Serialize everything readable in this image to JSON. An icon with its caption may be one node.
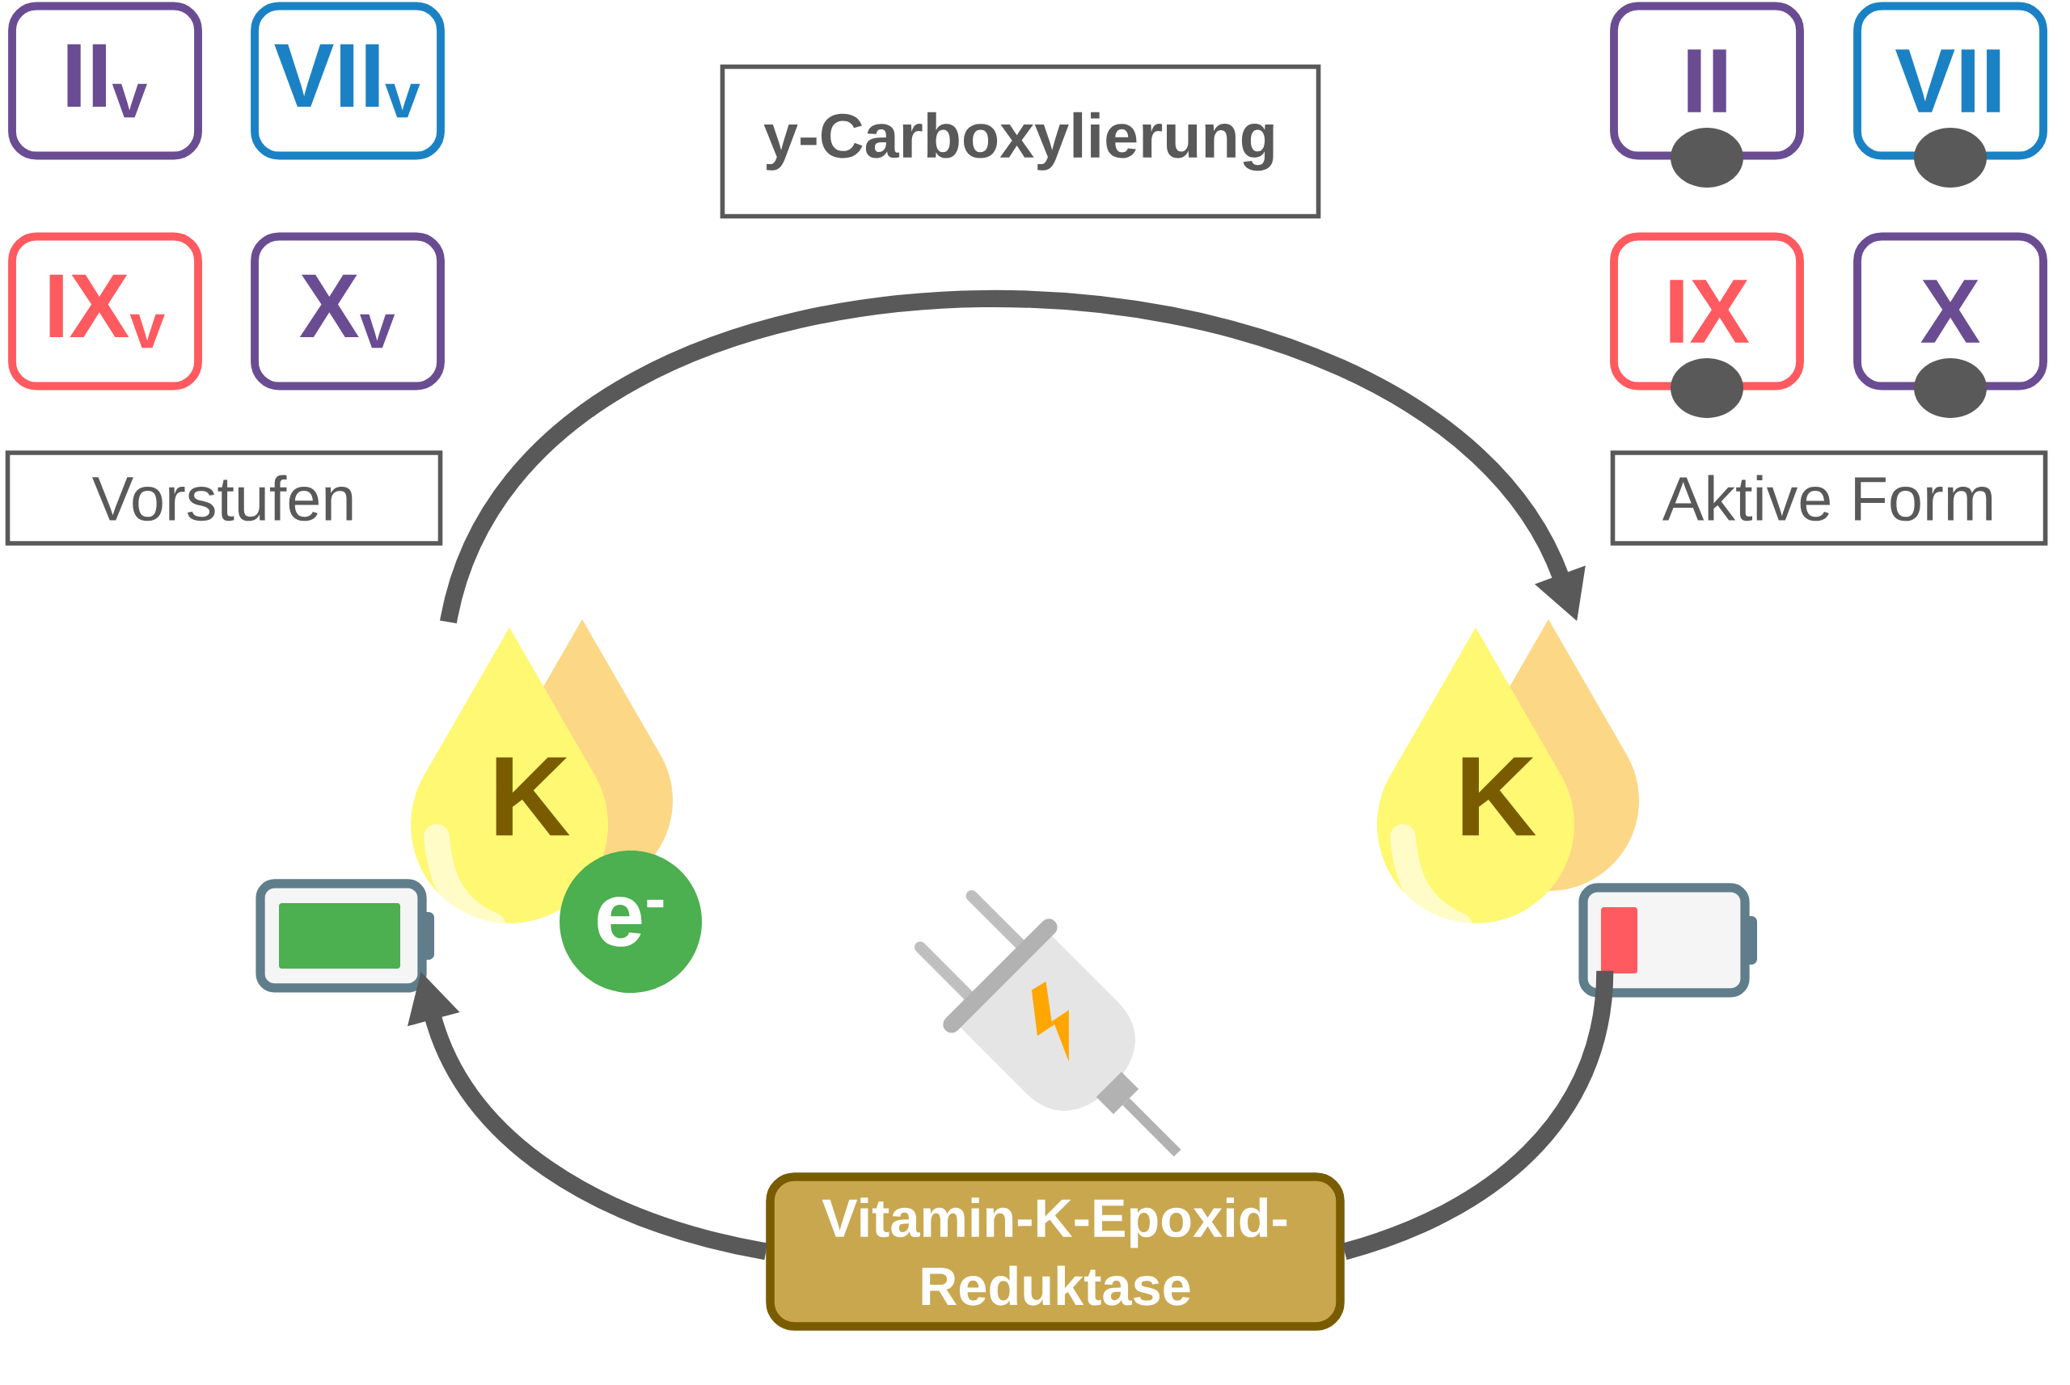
{
  "diagram": {
    "nodes": [
      {
        "text": [
          "II$_{v}$"
        ]
      },
      {
        "text": [
          "VII$_{v}$"
        ]
      },
      {
        "text": [
          "IX$_{v}$"
        ]
      },
      {
        "text": [
          "X$_{v}$"
        ]
      },
      {
        "text": [
          "Vorstufen"
        ]
      },
      {
        "text": [
          "y-Carboxylierung"
        ]
      },
      {
        "text": [
          "II"
        ]
      },
      {
        "text": [
          "VII"
        ]
      },
      {
        "text": [
          "IX"
        ]
      },
      {
        "text": [
          "X"
        ]
      },
      {
        "text": [
          "Aktive Form"
        ]
      },
      {
        "text": [
          "K"
        ]
      },
      {
        "text": [
          "e$^{-}$"
        ]
      },
      {
        "text": [
          "K"
        ]
      },
      {
        "text": [
          "Vitamin-K-Epoxid- Reduktase"
        ]
      }
    ],
    "edges": [
      {
        "from": 11,
        "to": 13,
        "arrow": "to"
      },
      {
        "from": 13,
        "to": 14,
        "arrow": "none"
      },
      {
        "from": 14,
        "to": 11,
        "arrow": "to"
      }
    ]
  }
}
